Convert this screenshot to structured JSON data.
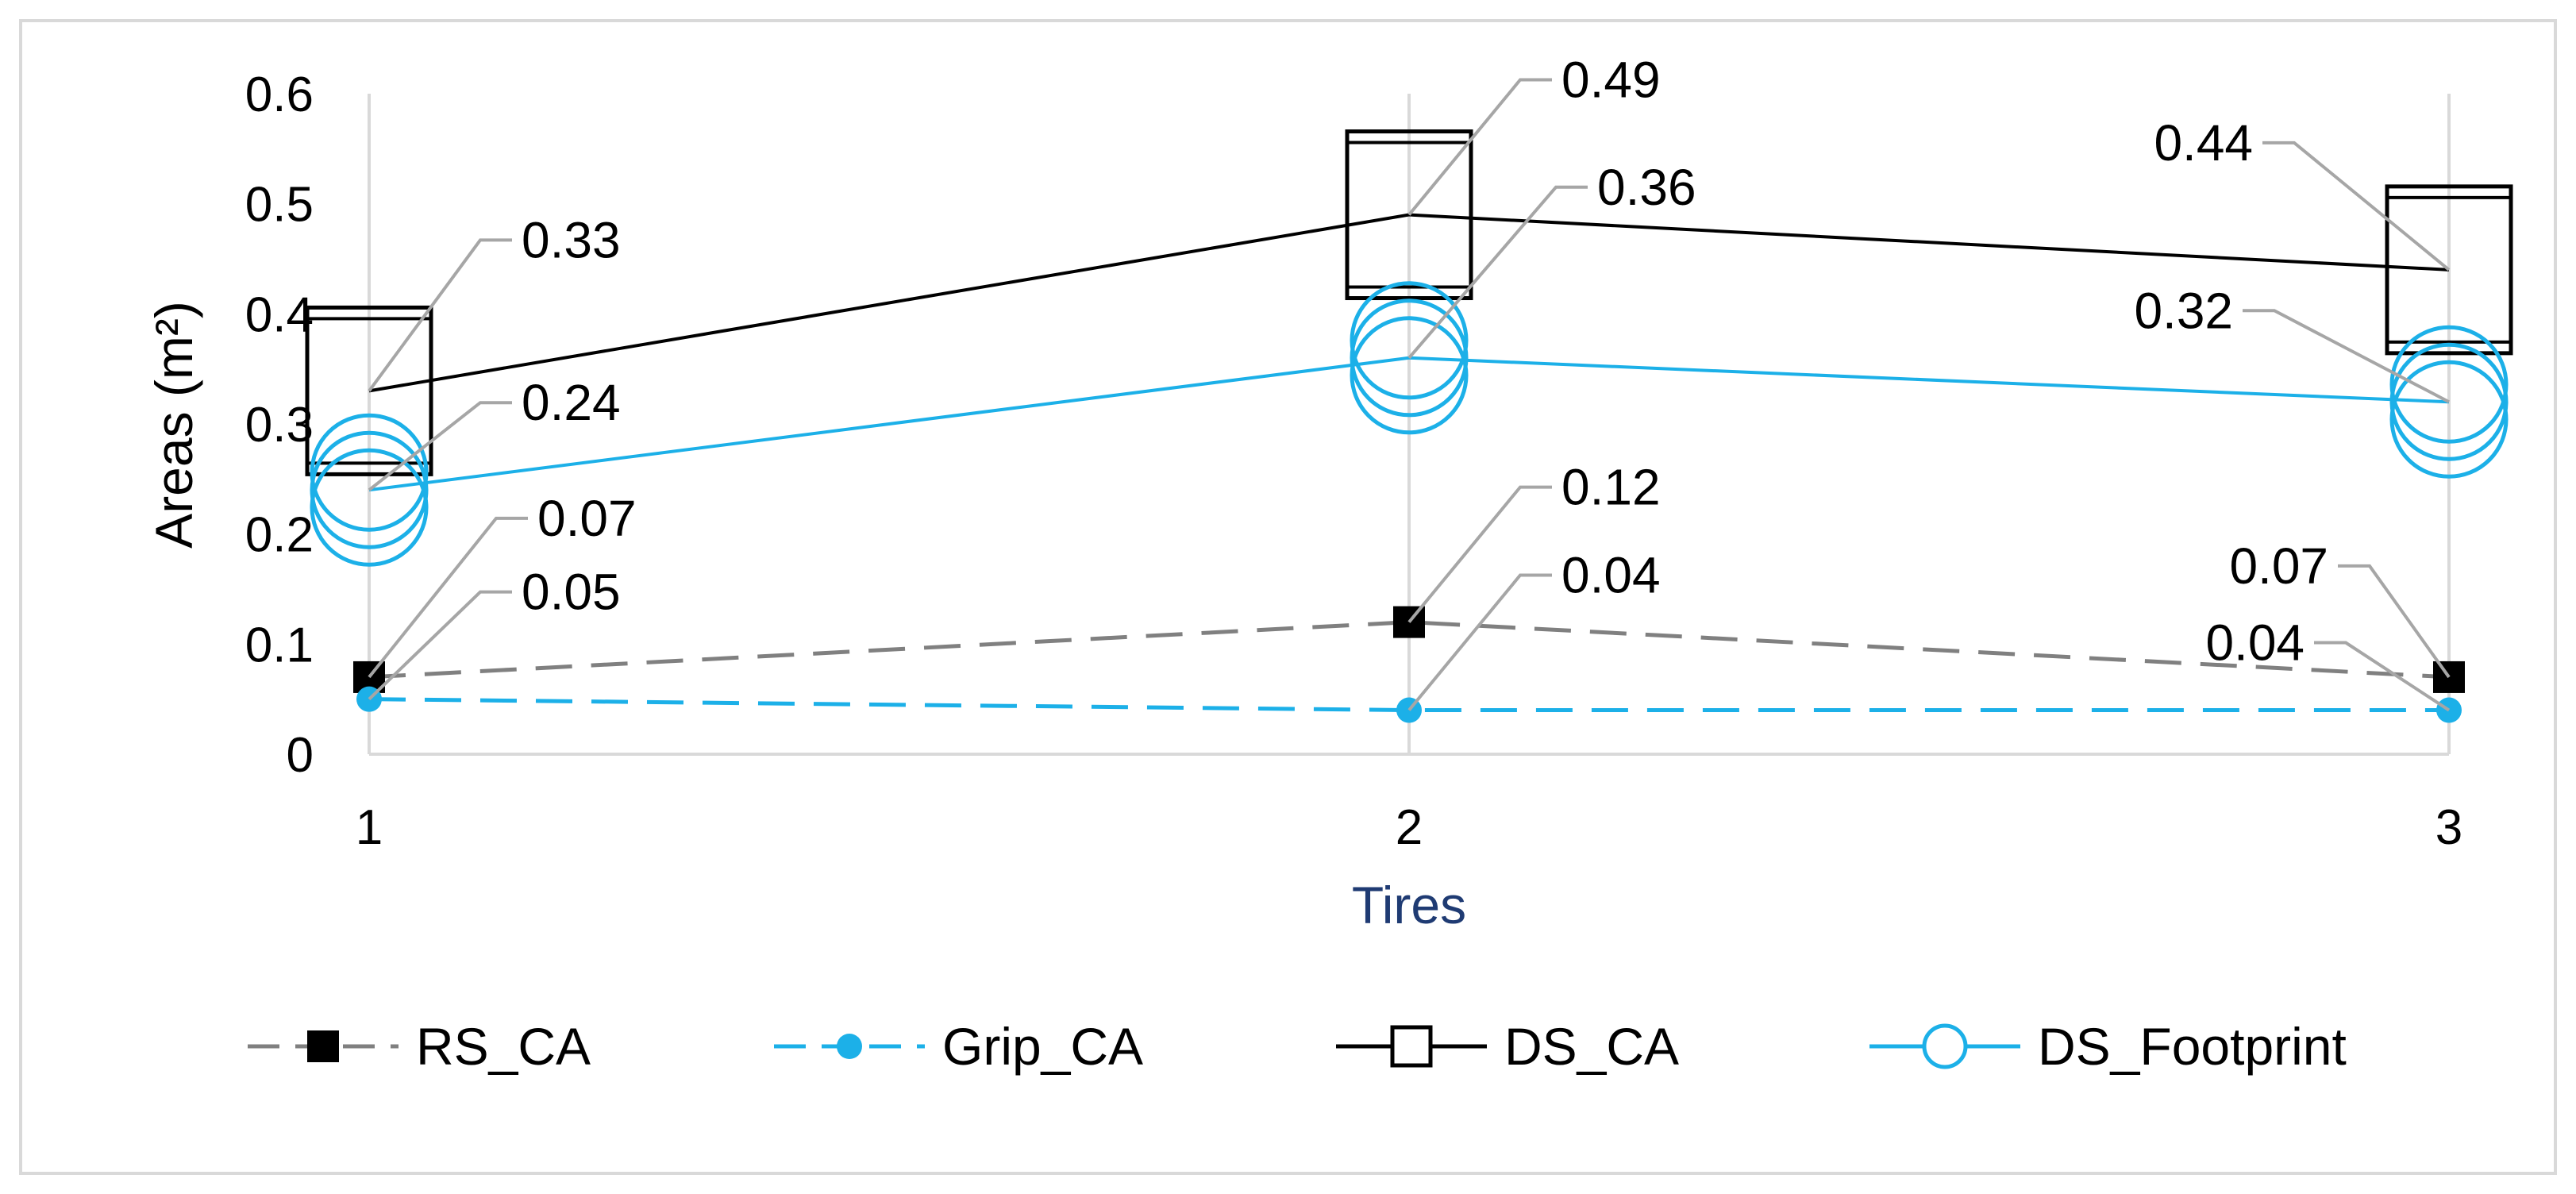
{
  "chart_data": {
    "type": "line",
    "xlabel": "Tires",
    "ylabel": "Areas (m²)",
    "categories": [
      "1",
      "2",
      "3"
    ],
    "ylim": [
      0,
      0.6
    ],
    "yticks": [
      "0",
      "0.1",
      "0.2",
      "0.3",
      "0.4",
      "0.5",
      "0.6"
    ],
    "grid": "vertical",
    "legend_position": "bottom",
    "series": [
      {
        "name": "RS_CA",
        "values": [
          0.07,
          0.12,
          0.07
        ],
        "labels": [
          "0.07",
          "0.12",
          "0.07"
        ],
        "color": "#808080",
        "marker_color": "#000000",
        "marker": "filled-square",
        "line_style": "dashed"
      },
      {
        "name": "Grip_CA",
        "values": [
          0.05,
          0.04,
          0.04
        ],
        "labels": [
          "0.05",
          "0.04",
          "0.04"
        ],
        "color": "#1cb0e8",
        "marker_color": "#1cb0e8",
        "marker": "filled-circle",
        "line_style": "dashed"
      },
      {
        "name": "DS_CA",
        "values": [
          0.33,
          0.49,
          0.44
        ],
        "labels": [
          "0.33",
          "0.49",
          "0.44"
        ],
        "color": "#000000",
        "marker_color": "#000000",
        "marker": "hollow-square",
        "line_style": "solid"
      },
      {
        "name": "DS_Footprint",
        "values": [
          0.24,
          0.36,
          0.32
        ],
        "labels": [
          "0.24",
          "0.36",
          "0.32"
        ],
        "color": "#1cb0e8",
        "marker_color": "#1cb0e8",
        "marker": "hollow-circle",
        "line_style": "solid"
      }
    ]
  }
}
